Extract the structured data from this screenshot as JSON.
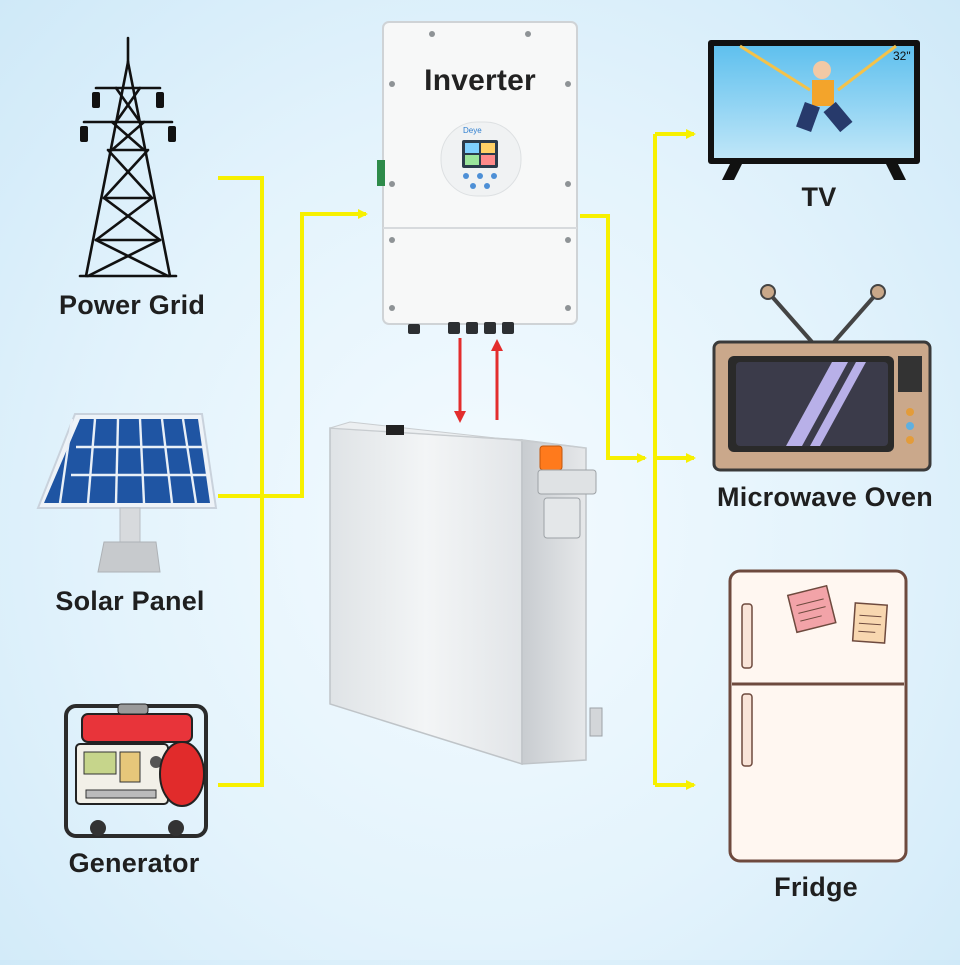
{
  "title": "",
  "sources": [
    {
      "id": "power-grid",
      "label": "Power Grid"
    },
    {
      "id": "solar-panel",
      "label": "Solar Panel"
    },
    {
      "id": "generator",
      "label": "Generator"
    }
  ],
  "center": {
    "inverter": {
      "label": "Inverter",
      "brand": "Deye"
    },
    "battery": {
      "label": ""
    }
  },
  "loads": [
    {
      "id": "tv",
      "label": "TV",
      "badge": "32\""
    },
    {
      "id": "microwave-oven",
      "label": "Microwave Oven"
    },
    {
      "id": "fridge",
      "label": "Fridge"
    }
  ],
  "colors": {
    "wire": "#f7f000",
    "arrow": "#e32d2d",
    "background": "#e3f3fc"
  },
  "connections": [
    {
      "from": "Power Grid",
      "to": "Inverter"
    },
    {
      "from": "Solar Panel",
      "to": "Inverter"
    },
    {
      "from": "Generator",
      "to": "Inverter"
    },
    {
      "from": "Inverter",
      "to": "Battery"
    },
    {
      "from": "Battery",
      "to": "Inverter"
    },
    {
      "from": "Inverter",
      "to": "TV"
    },
    {
      "from": "Inverter",
      "to": "Microwave Oven"
    },
    {
      "from": "Inverter",
      "to": "Fridge"
    }
  ]
}
